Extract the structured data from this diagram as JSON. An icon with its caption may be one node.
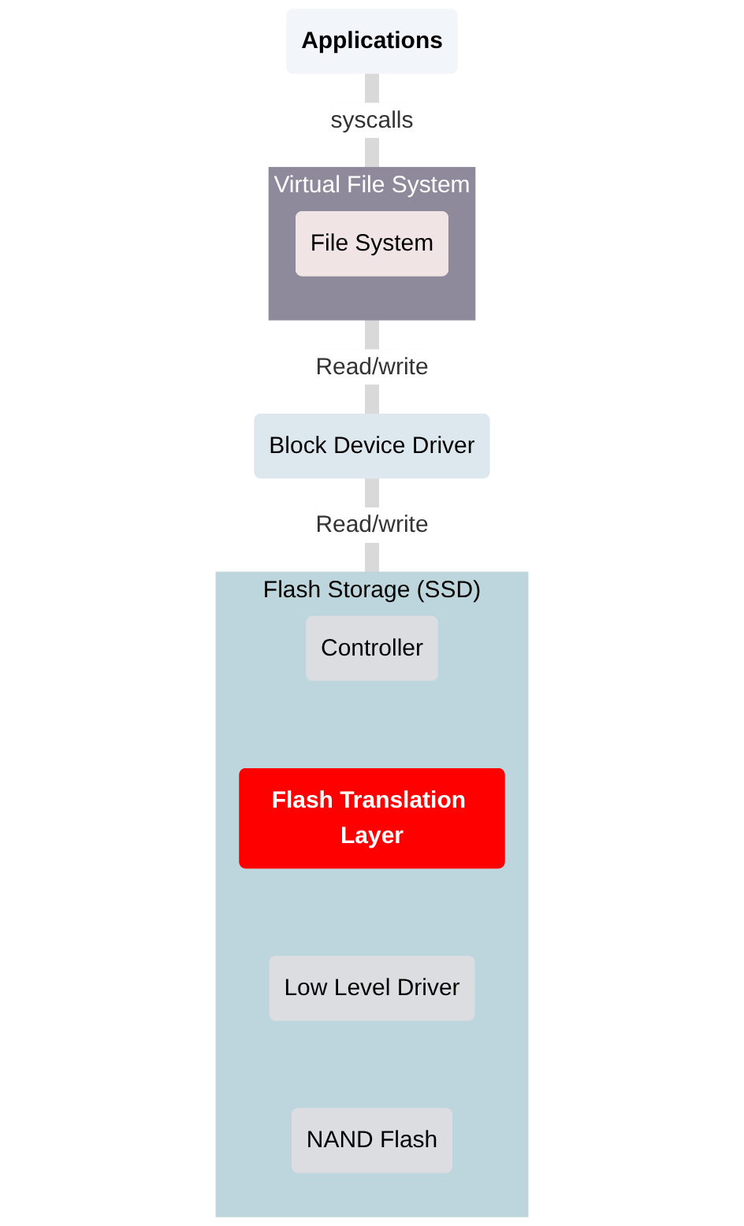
{
  "diagram": {
    "nodes": [
      {
        "text": [
          "Applications"
        ]
      },
      {
        "text": [
          "Virtual File System"
        ]
      },
      {
        "text": [
          "File System"
        ],
        "in": 1
      },
      {
        "text": [
          "Block Device Driver"
        ]
      },
      {
        "text": [
          "Flash Storage (SSD)"
        ]
      },
      {
        "text": [
          "Controller"
        ],
        "in": 4
      },
      {
        "text": [
          "Flash Translation Layer"
        ],
        "in": 4
      },
      {
        "text": [
          "Low Level Driver"
        ],
        "in": 4
      },
      {
        "text": [
          "NAND Flash"
        ],
        "in": 4
      }
    ],
    "edges": [
      {
        "from": 0,
        "to": 1,
        "arrow": "none",
        "label": "syscalls"
      },
      {
        "from": 1,
        "to": 3,
        "arrow": "none",
        "label": "Read/write"
      },
      {
        "from": 3,
        "to": 4,
        "arrow": "none",
        "label": "Read/write"
      }
    ]
  }
}
